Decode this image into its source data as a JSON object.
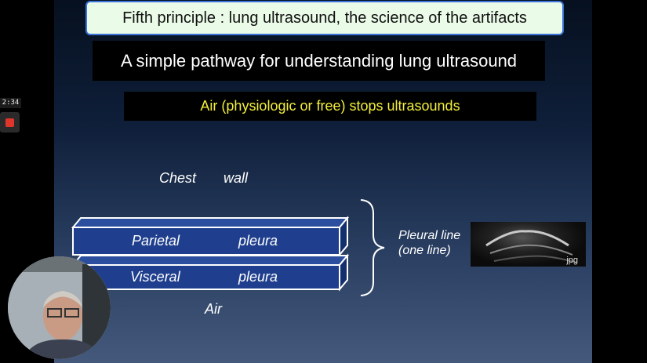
{
  "slide": {
    "title": "Fifth principle : lung ultrasound, the science of the artifacts",
    "subtitle": "A simple pathway for understanding lung ultrasound",
    "air_statement": "Air (physiologic or free) stops ultrasounds",
    "chest_word1": "Chest",
    "chest_word2": "wall",
    "parietal_word1": "Parietal",
    "parietal_word2": "pleura",
    "visceral_word1": "Visceral",
    "visceral_word2": "pleura",
    "air_label": "Air",
    "pleural_line_1": "Pleural line",
    "pleural_line_2": "(one line)",
    "image_tag": "jpg"
  },
  "call_ui": {
    "timer": "2:34"
  },
  "colors": {
    "slab_fill": "#1f3f8e",
    "slab_top": "#2b4f9e",
    "slab_side": "#13306e",
    "title_box_bg": "#eafbe8",
    "title_border": "#3a74d8",
    "air_text": "#f3ef3a",
    "record": "#e0352b"
  }
}
